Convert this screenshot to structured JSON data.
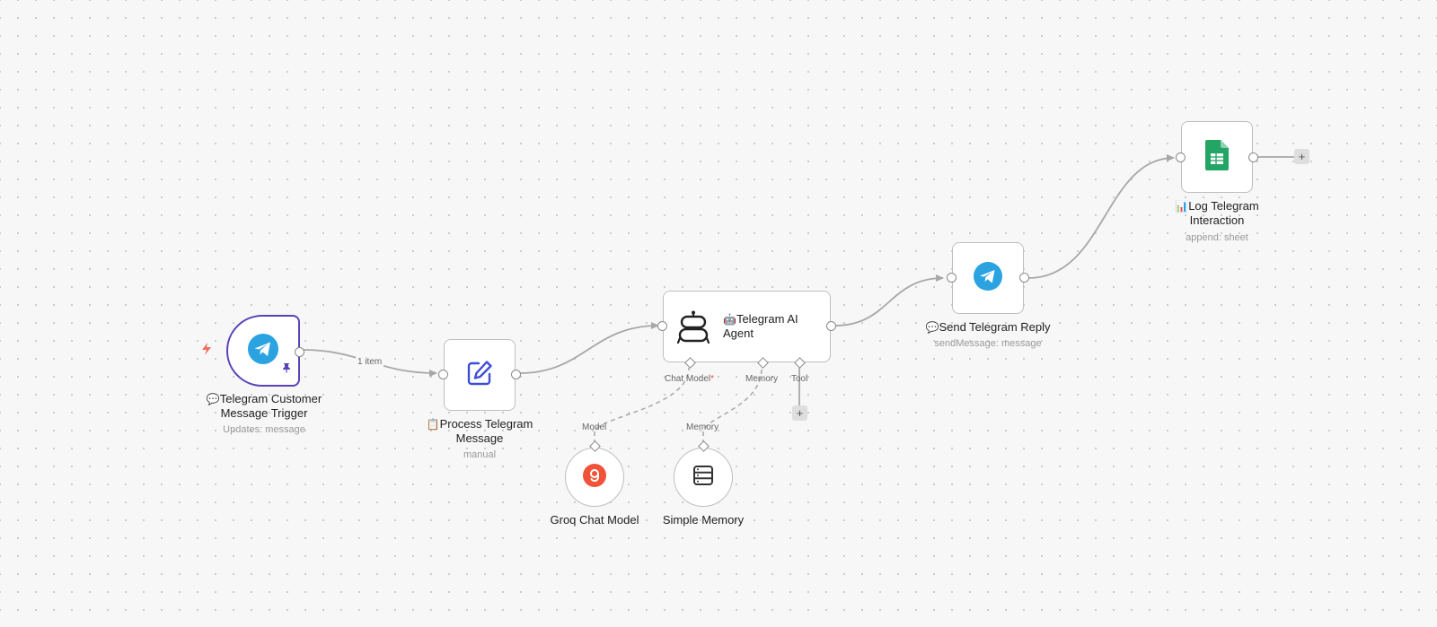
{
  "workflow": {
    "nodes": {
      "trigger": {
        "emoji": "💬",
        "title_line1": "Telegram Customer",
        "title_line2": "Message Trigger",
        "subtitle": "Updates: message",
        "icon": "telegram-icon",
        "bolt_icon": "lightning-bolt-icon",
        "pin_icon": "pin-icon",
        "color": "#2aa3e0",
        "border_color": "#5a43b7"
      },
      "process": {
        "emoji": "📋",
        "title_line1": "Process Telegram",
        "title_line2": "Message",
        "subtitle": "manual",
        "icon": "edit-pen-icon",
        "color": "#3d4ed6"
      },
      "agent": {
        "emoji": "🤖",
        "title_line1": "Telegram AI",
        "title_line2": "Agent",
        "icon": "robot-icon",
        "ports": {
          "chat_model": "Chat Model",
          "chat_model_required": "*",
          "memory": "Memory",
          "tool": "Tool"
        }
      },
      "reply": {
        "emoji": "💬",
        "title": "Send Telegram Reply",
        "subtitle": "sendMessage: message",
        "icon": "telegram-icon"
      },
      "log": {
        "emoji": "📊",
        "title_line1": "Log Telegram",
        "title_line2": "Interaction",
        "subtitle": "append: sheet",
        "icon": "google-sheets-icon",
        "color": "#23a566"
      },
      "groq": {
        "title": "Groq Chat Model",
        "port_label": "Model",
        "icon": "groq-icon",
        "color": "#f0533a"
      },
      "memory": {
        "title": "Simple Memory",
        "port_label": "Memory",
        "icon": "database-icon"
      }
    },
    "edges": {
      "trigger_to_process_label": "1 item"
    },
    "add_button_label": "+"
  }
}
